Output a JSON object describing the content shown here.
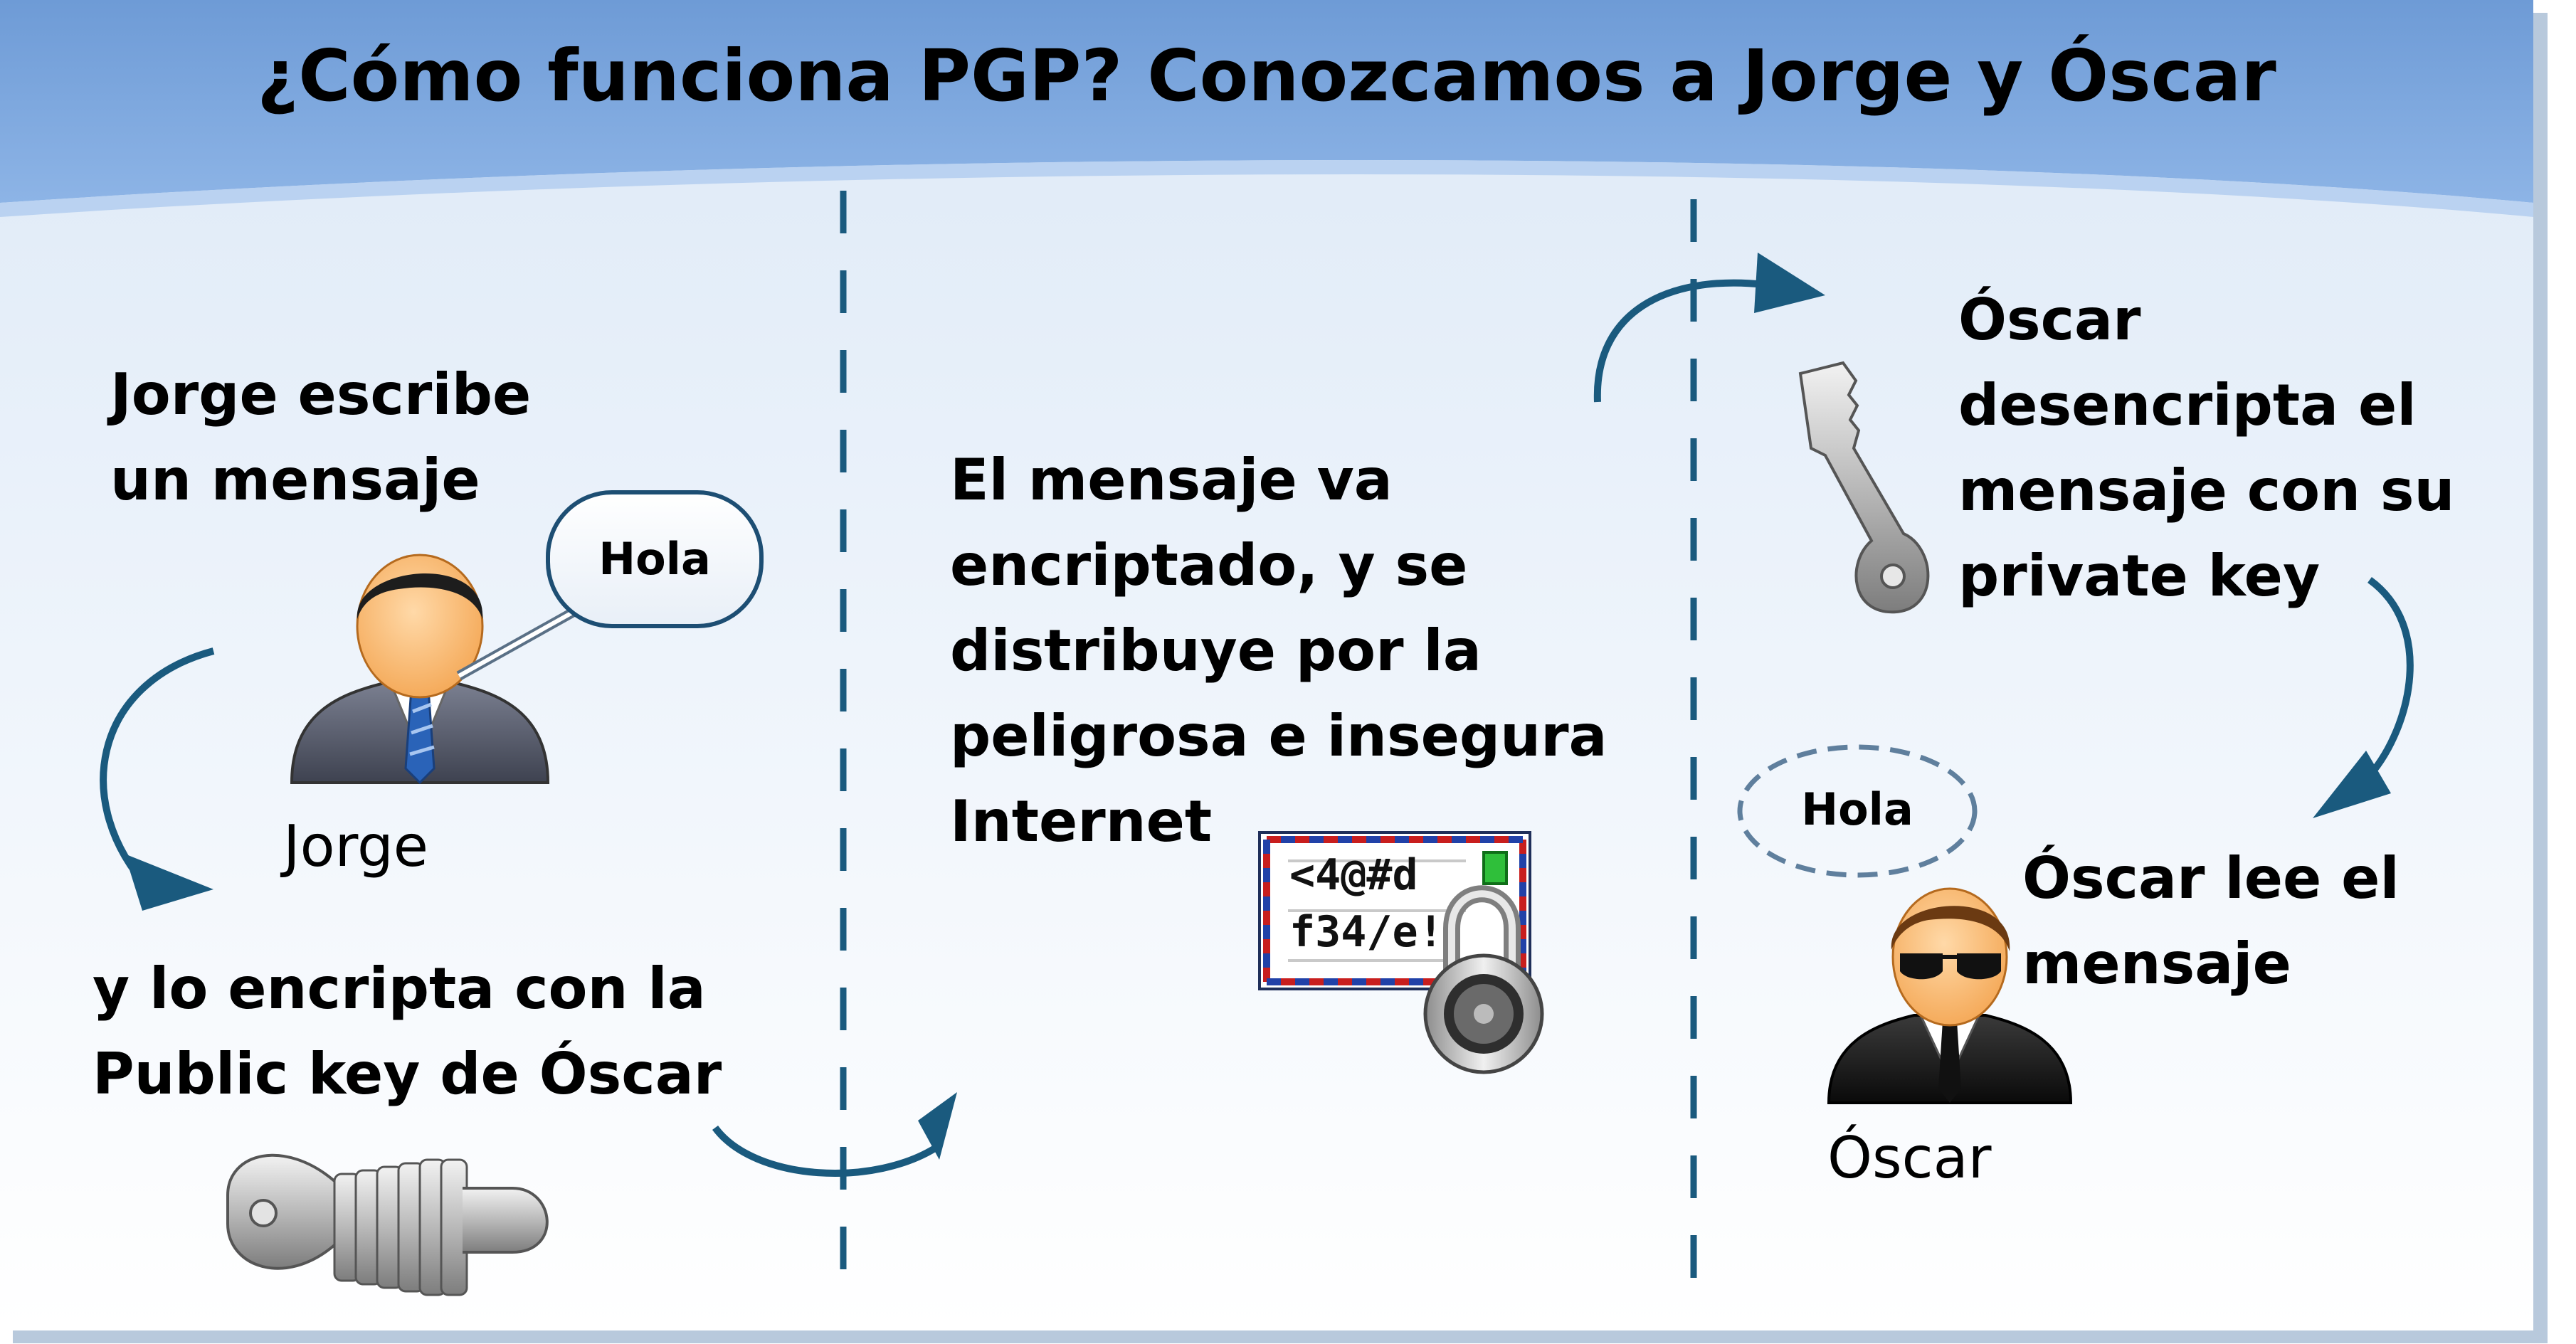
{
  "title": "¿Cómo funciona PGP? Conozcamos a Jorge y Óscar",
  "left_panel": {
    "step1": [
      "Jorge escribe",
      "un mensaje"
    ],
    "bubble_text": "Hola",
    "sender_name": "Jorge",
    "step2": [
      "y lo encripta con la",
      "Public key de Óscar"
    ]
  },
  "middle_panel": {
    "description": [
      "El mensaje va",
      "encriptado, y se",
      "distribuye por la",
      "peligrosa e insegura",
      "Internet"
    ],
    "cipher_lines": [
      "<4@#d",
      "f34/e!"
    ]
  },
  "right_panel": {
    "step3": [
      "Óscar",
      "desencripta el",
      "mensaje con su",
      "private key"
    ],
    "bubble_text": "Hola",
    "step4": [
      "Óscar lee el",
      "mensaje"
    ],
    "receiver_name": "Óscar"
  },
  "colors": {
    "header": "#7ea7dc",
    "arrow": "#1a5a7e",
    "divider": "#1a5a7e"
  }
}
